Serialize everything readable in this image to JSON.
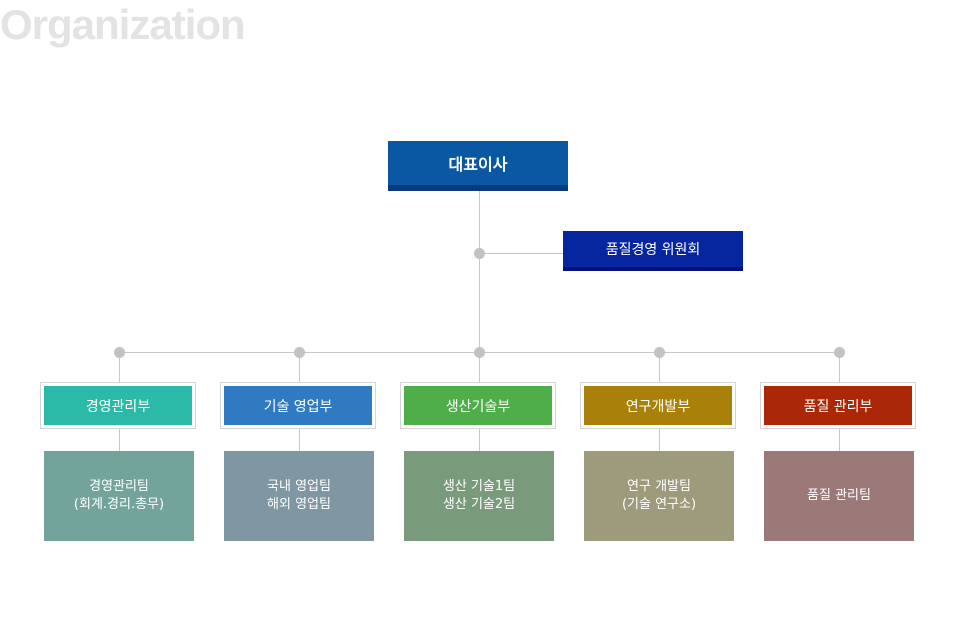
{
  "page_title": "Organization",
  "ceo": {
    "label": "대표이사",
    "color": "#0a57a3"
  },
  "committee": {
    "label": "품질경영 위원회",
    "color": "#0626a0"
  },
  "departments": [
    {
      "label": "경영관리부",
      "color": "#2bbaa8",
      "team_lines": [
        "경영관리팀",
        "(회계.경리.총무)"
      ],
      "team_color": "#72a49c"
    },
    {
      "label": "기술 영업부",
      "color": "#2f7ac0",
      "team_lines": [
        "국내 영업팀",
        "해외 영업팀"
      ],
      "team_color": "#7e97a3"
    },
    {
      "label": "생산기술부",
      "color": "#4fae4a",
      "team_lines": [
        "생산 기술1팀",
        "생산 기술2팀"
      ],
      "team_color": "#7a9a7c"
    },
    {
      "label": "연구개발부",
      "color": "#a8800a",
      "team_lines": [
        "연구 개발팀",
        "(기술 연구소)"
      ],
      "team_color": "#9d9b7c"
    },
    {
      "label": "품질 관리부",
      "color": "#aa2808",
      "team_lines": [
        "품질 관리팀"
      ],
      "team_color": "#9b7979"
    }
  ]
}
